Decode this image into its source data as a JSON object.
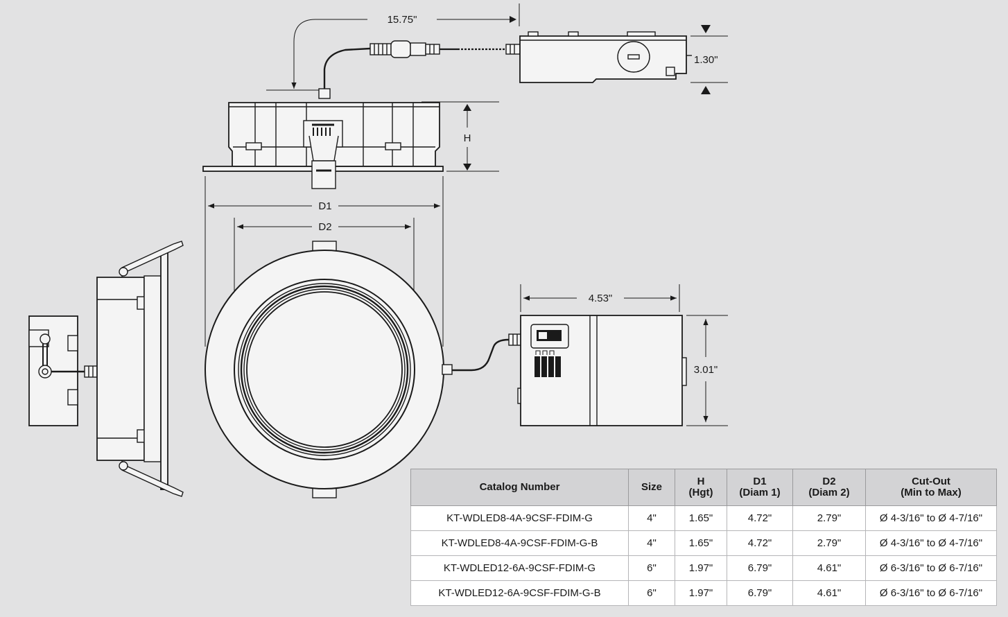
{
  "dimensions": {
    "cable_length": "15.75\"",
    "driver_height": "1.30\"",
    "height": "H",
    "diameter_1": "D1",
    "diameter_2": "D2",
    "box_length": "4.53\"",
    "box_height": "3.01\""
  },
  "table": {
    "headers": [
      {
        "line1": "Catalog Number",
        "line2": ""
      },
      {
        "line1": "Size",
        "line2": ""
      },
      {
        "line1": "H",
        "line2": "(Hgt)"
      },
      {
        "line1": "D1",
        "line2": "(Diam 1)"
      },
      {
        "line1": "D2",
        "line2": "(Diam 2)"
      },
      {
        "line1": "Cut-Out",
        "line2": "(Min to Max)"
      }
    ],
    "rows": [
      [
        "KT-WDLED8-4A-9CSF-FDIM-G",
        "4\"",
        "1.65\"",
        "4.72\"",
        "2.79\"",
        "Ø 4-3/16\" to Ø 4-7/16\""
      ],
      [
        "KT-WDLED8-4A-9CSF-FDIM-G-B",
        "4\"",
        "1.65\"",
        "4.72\"",
        "2.79\"",
        "Ø 4-3/16\" to Ø 4-7/16\""
      ],
      [
        "KT-WDLED12-6A-9CSF-FDIM-G",
        "6\"",
        "1.97\"",
        "6.79\"",
        "4.61\"",
        "Ø 6-3/16\" to Ø 6-7/16\""
      ],
      [
        "KT-WDLED12-6A-9CSF-FDIM-G-B",
        "6\"",
        "1.97\"",
        "6.79\"",
        "4.61\"",
        "Ø 6-3/16\" to Ø 6-7/16\""
      ]
    ]
  },
  "colors": {
    "background": "#e2e2e3",
    "line": "#1a1a1a",
    "fill_light": "#f4f4f4",
    "header_fill": "#d3d3d5"
  }
}
